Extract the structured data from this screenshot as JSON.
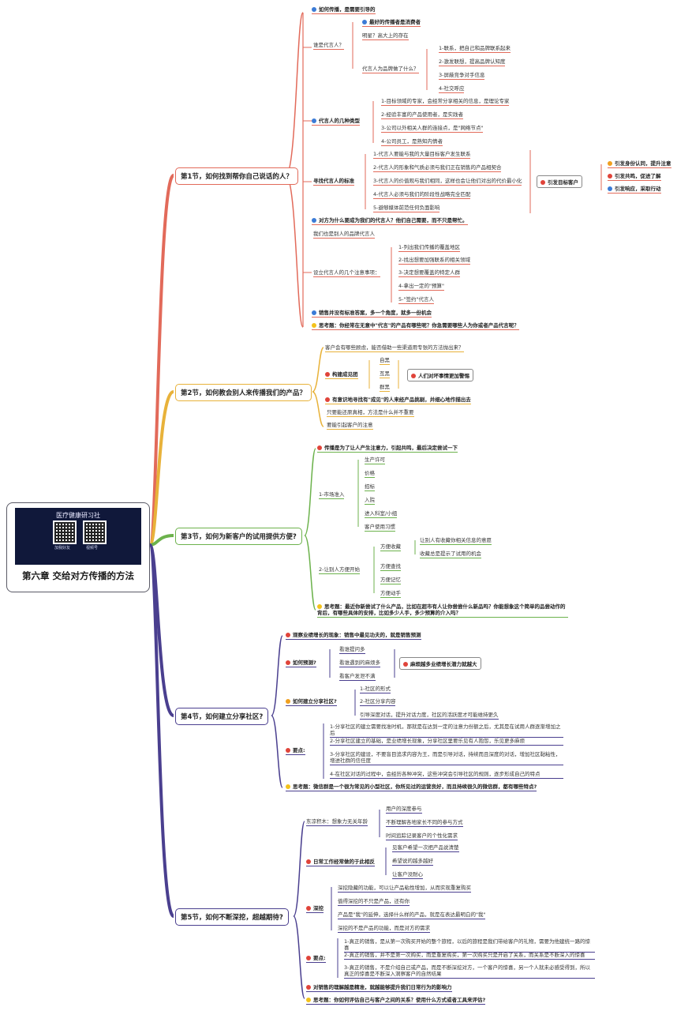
{
  "root": {
    "title": "第六章 交给对方传播的方法",
    "qr_title": "医疗健康研习社",
    "qr_left_caption": "加我好友",
    "qr_right_caption": "视频号"
  },
  "s1": {
    "title": "第1节，如何找到帮你自己说话的人？",
    "how_spread": "如何传播，是需要引导的",
    "who_label": "谁是代言人？",
    "best_spreader": "最好的传播者是消费者",
    "star": "明星？高大上的存在",
    "what_label": "代言人为品牌做了什么？",
    "what_items": [
      "1-联系，把自己和品牌联系起来",
      "2-激发联想，提高品牌认知度",
      "3-屏蔽竞争对手信息",
      "4-社交呼应"
    ],
    "types_label": "代言人的几种类型",
    "types_items": [
      "1-目标领域的专家，会经常分享相关的信息，是理论专家",
      "2-经验丰富的产品使用者，是实践者",
      "3-公司以外相关人群的连接点，是\"网络节点\"",
      "4-公司员工，是熟知内情者"
    ],
    "criteria_label": "寻找代言人的标准",
    "criteria_items": [
      "1-代言人要能与我的大量目标客户发生联系",
      "2-代言人的形象和气质必须与我们正在销售的产品相契合",
      "3-代言人的价值观与我们相同，这样也会让他们对出的代价最小化",
      "4-代言人必须与我们的阶段性战略完全匹配",
      "5-避够媒体前范任何负面影响"
    ],
    "attract_label": "引发目标客户",
    "attract_items": [
      "引发身份认同，提升注意",
      "引发共鸣，促进了解",
      "引发响应，采取行动"
    ],
    "why_q": "对方为什么要成为我们的代言人？他们自己需要，而不只是帮忙。",
    "we_are": "我们也是别人的品牌代言人",
    "notes_label": "设立代言人的几个注意事项：",
    "notes_items": [
      "1-列出我们传播的覆盖地区",
      "2-找出想要加强联系的相关领域",
      "3-决定想要覆盖的特定人群",
      "4-拿出一定的\"预算\"",
      "5-\"签约\"代言人"
    ],
    "no_standard": "销售并没有标准答案，多一个角度，就多一份机会",
    "think": "思考题：你经常在无意中\"代言\"的产品有哪些呢？你急需要哪些人为你或者产品代言呢？"
  },
  "s2": {
    "title": "第2节，如何教会别人来传播我们的产品？",
    "intro": "客户会有哪些顾虑，能否借助一些渠道用专张的方法抛出来？",
    "build_label": "构建成见团",
    "groups": [
      "自黑",
      "互黑",
      "群黑"
    ],
    "callout": "人们对坏事情更加警惕",
    "plan": "有意识地寻找有\"成见\"的人来经产品挑剔，并细心地作描出去",
    "sub1": "只要能还原真相，方法是什么并不重要",
    "sub2": "要能引起客户的注意"
  },
  "s3": {
    "title": "第3节，如何为新客户的试用提供方便?",
    "spread": "传播是为了让人产生注意力，引起共鸣，最后决定尝试一下",
    "market_label": "1-市场准入",
    "market_items": [
      "生产许可",
      "价格",
      "招标",
      "入院",
      "进入科室/小组",
      "客户使用习惯"
    ],
    "start_label": "2-让别人方便开始",
    "convenience": "方便收藏",
    "conv_items": [
      "让别人有收藏你相关信息的意愿",
      "收藏总是提示了试用的机会"
    ],
    "others": [
      "方便查找",
      "方便记忆",
      "方便动手"
    ],
    "think": "思考题：最近你新尝试了什么产品，比如在超市有人让你尝尝什么新品吗？你能想象这个简单的品尝动作的背后，有哪些具体的安排，比如多少人手，多少预算的介入吗？"
  },
  "s4": {
    "title": "第4节，如何建立分享社区?",
    "observe": "观察业绩增长的现象：销售中最见功夫的，就是销售预测",
    "predict_label": "如何预测?",
    "predict_items": [
      "看谁提问多",
      "看谁遇到的麻烦多",
      "看客户发泄不满"
    ],
    "callout": "麻烦越多业绩增长潜力就越大",
    "build_label": "如何建立分享社区?",
    "build_items": [
      "1-社区的形式",
      "2-社区分享内容",
      "引导深度对话，提升对话力度，社区的活跃度才可能维持更久"
    ],
    "key_label": "要点:",
    "key_items": [
      "1-分享社区的建立需要找准时机，那就是在达到一定的注意力份额之后，尤其是在试用人群逐渐增加之后",
      "2-分享社区建立的基础，是业绩增长现象，分享社区里要乐见有人抱怨，乐见更多麻烦",
      "3-分享社区的建设，不要盲目追求内容为王，而是引导对话，持续而且深度的对话，增加社区黏粘性，增进社群的信任度",
      "4-在社区对话的过程中，会经历各种冲突，这些冲突会引导社区的规则，逐步形成自己的特点"
    ],
    "think": "思考题：微信群是一个很为常见的小型社区，你所见过的运营良好，而且持续很久的微信群，都有哪些特点?"
  },
  "s5": {
    "title": "第5节，如何不断深挖，超越期待?",
    "dongtao": "东凉积木：想象力无关年龄",
    "dongtao_items": [
      "用户的深度参与",
      "不断理解各地家长不同的参与方式",
      "时间追踪记录客户的个性化需求"
    ],
    "daily_label": "日常工作经常做的于此相反",
    "daily_items": [
      "见客户希望一次把产品说清楚",
      "希望说的越多越好",
      "让客户没耐心"
    ],
    "dig_label": "深挖",
    "dig_items": [
      "深挖隐藏的功能，可以让产品粘性增加，从而实现重复购买",
      "值得深挖的不只是产品，还有你",
      "产品是\"我\"的延伸，选择什么样的产品，就是在表达最明白的\"我\"",
      "深挖的不是产品的功能，而是对方的需求"
    ],
    "key_label": "要点:",
    "key_items": [
      "1-真正的销售，是从第一次购买开始的整个旅程，以后的旅程是我们带给客户的礼物，需要为他建统一路的惊喜",
      "2-真正的销售，并不是第一次购买，而是重复购买，第一次购买只是开启了关系，而关系是不断深入的惊喜",
      "3-真正的销售，不是介绍自己或产品，而是不断深挖对方，一个客户的惊喜，另一个人就未必感受得到，所以真正的惊喜是不断深入洞察客户的自然结果"
    ],
    "understand": "对销售的理解越是精准，就越能够提升我们日常行为的影响力",
    "think": "思考题：你如何评估自己与客户之间的关系？使用什么方式或者工具来评估?"
  },
  "colors": {
    "s1": "#e26a5a",
    "s2": "#e8b23a",
    "s3": "#6cb24c",
    "s4": "#4a3f8f",
    "s5": "#4a3f8f"
  }
}
